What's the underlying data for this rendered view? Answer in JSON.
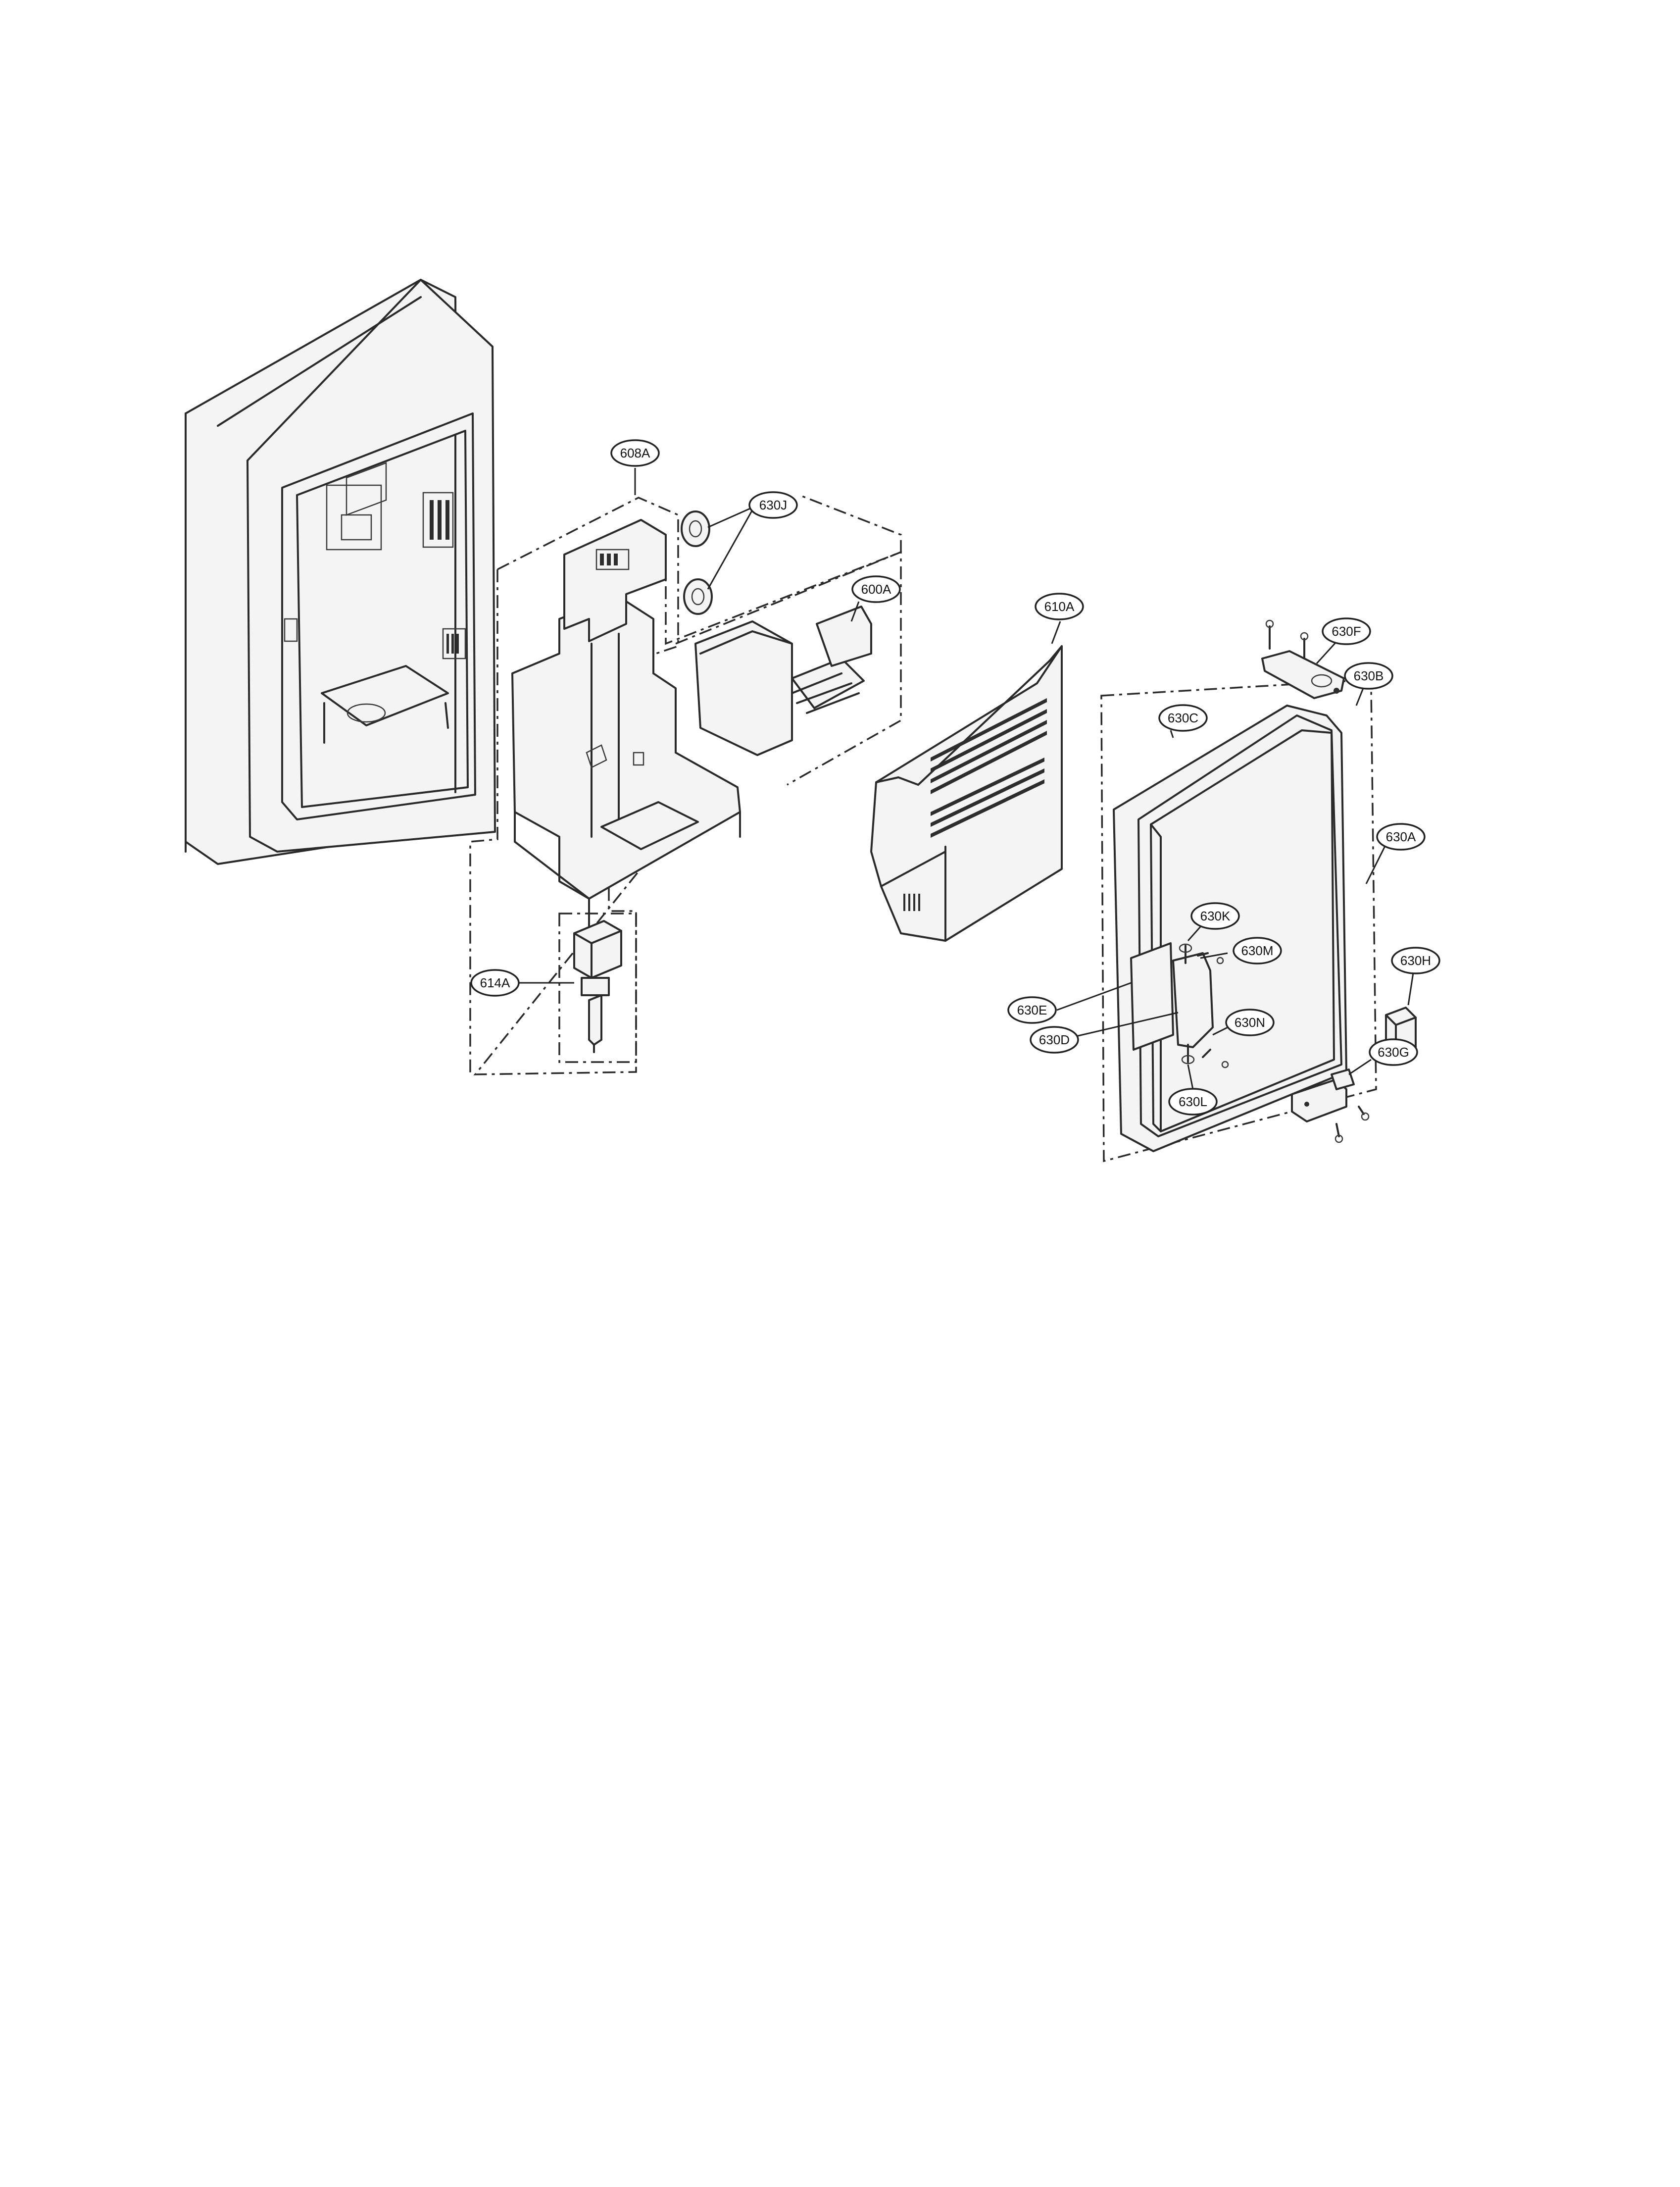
{
  "labels": {
    "608A": "608A",
    "630J": "630J",
    "600A": "600A",
    "610A": "610A",
    "630F": "630F",
    "630B": "630B",
    "630C": "630C",
    "630A": "630A",
    "614A": "614A",
    "630K": "630K",
    "630M": "630M",
    "630H": "630H",
    "630E": "630E",
    "630N": "630N",
    "630D": "630D",
    "630G": "630G",
    "630L": "630L"
  }
}
